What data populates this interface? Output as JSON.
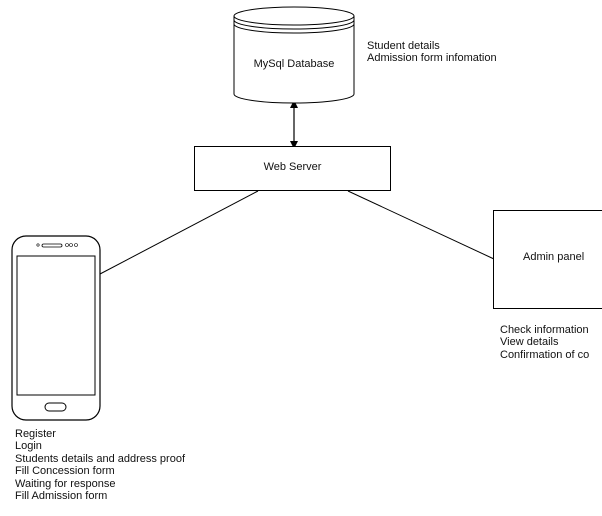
{
  "database": {
    "label": "MySql Database",
    "notes": [
      "Student details",
      "Admission form infomation"
    ]
  },
  "web_server": {
    "label": "Web Server"
  },
  "admin_panel": {
    "label": "Admin panel",
    "notes": [
      "Check information",
      "View details",
      "Confirmation of co"
    ]
  },
  "mobile_app": {
    "notes": [
      "Register",
      "Login",
      "Students details and address proof",
      "Fill Concession form",
      "Waiting for response",
      "Fill Admission form"
    ]
  }
}
